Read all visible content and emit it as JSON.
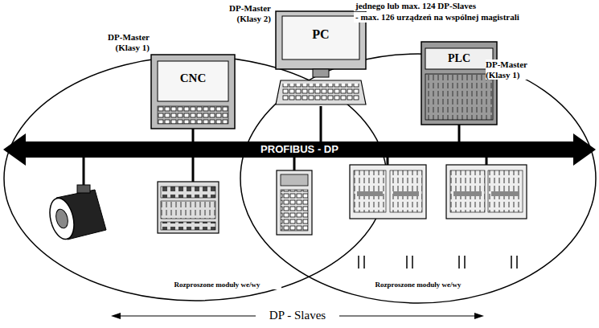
{
  "diagram": {
    "nodes": [
      {
        "text": [
          "DP-Master (Klasy 2)",
          "PC"
        ]
      },
      {
        "text": [
          "DP-Master (Klasy 1)",
          "CNC"
        ]
      },
      {
        "text": [
          "DP-Master (Klasy 1)",
          "PLC"
        ]
      },
      {
        "text": [
          "PROFIBUS - DP"
        ]
      }
    ],
    "edges": [
      {
        "from": 0,
        "to": 3,
        "arrow": "none"
      },
      {
        "from": 1,
        "to": 3,
        "arrow": "none"
      },
      {
        "from": 2,
        "to": 3,
        "arrow": "none"
      }
    ],
    "labels": [
      "jednego lub max. 124 DP-Slaves",
      "- max. 126 urządzeń na wspólnej magistrali",
      "Rozproszone moduły we/wy",
      "Rozproszone moduły we/wy",
      "DP - Slaves"
    ]
  }
}
